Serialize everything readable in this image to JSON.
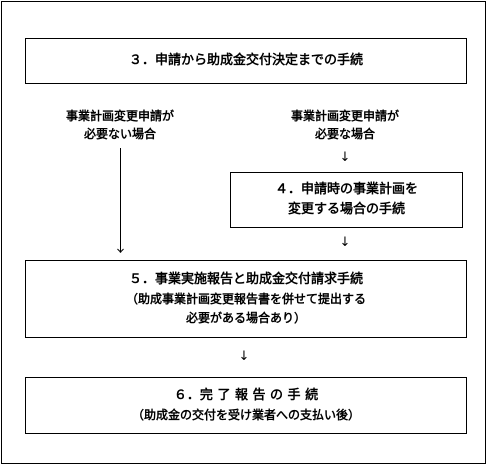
{
  "box3": {
    "title": "３．申請から助成金交付決定までの手続"
  },
  "left_label": {
    "line1": "事業計画変更申請が",
    "line2": "必要ない場合"
  },
  "right_label": {
    "line1": "事業計画変更申請が",
    "line2": "必要な場合"
  },
  "box4": {
    "line1": "４．申請時の事業計画を",
    "line2": "変更する場合の手続"
  },
  "box5": {
    "line1": "５．事業実施報告と助成金交付請求手続",
    "line2": "（助成事業計画変更報告書を併せて提出する",
    "line3": "必要がある場合あり）"
  },
  "box6": {
    "line1": "６．完 了 報 告 の 手 続",
    "line2": "（助成金の交付を受け業者への支払い後）"
  },
  "arrow_symbol": "↓"
}
